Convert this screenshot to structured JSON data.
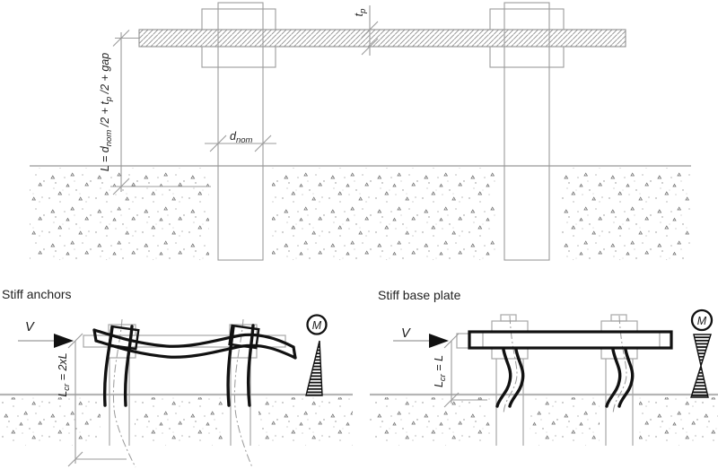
{
  "colors": {
    "line_gray": "#9b9b9b",
    "ground_gray": "#b5b5b5",
    "hatch_gray": "#8f8f8f",
    "dark": "#141414",
    "text": "#222222"
  },
  "top_diagram": {
    "length_formula": {
      "main1": "L = d",
      "sub1": "nom",
      "main2": " /2 + t",
      "sub2": "p",
      "main3": " /2 + gap"
    },
    "plate_thickness": {
      "main": "t",
      "sub": "p"
    },
    "bolt_diameter": {
      "main": "d",
      "sub": "nom"
    }
  },
  "bottom_left": {
    "title": "Stiff anchors",
    "shear_force": "V",
    "moment_symbol": "M",
    "buckling_length": {
      "main": "L",
      "sub": "cr",
      "rest": " = 2xL"
    }
  },
  "bottom_right": {
    "title": "Stiff base plate",
    "shear_force": "V",
    "moment_symbol": "M",
    "buckling_length": {
      "main": "L",
      "sub": "cr",
      "rest": " = L"
    }
  }
}
